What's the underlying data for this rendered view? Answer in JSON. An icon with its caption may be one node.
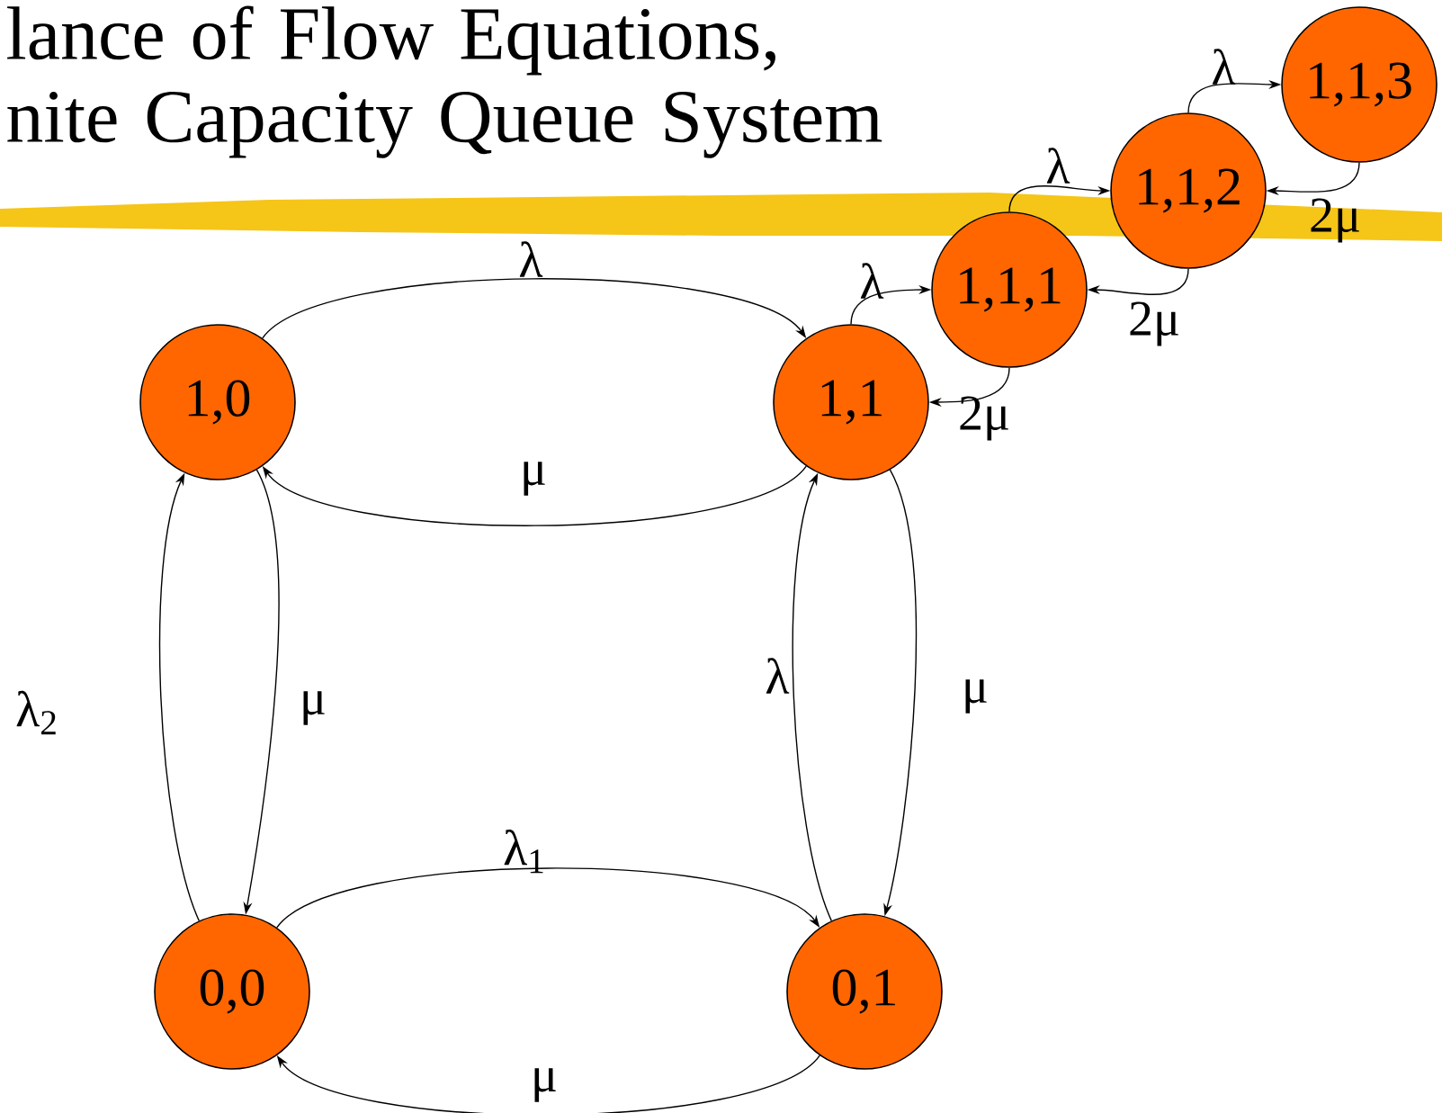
{
  "diagram": {
    "title": "lance of Flow Equations, nite Capacity Queue System",
    "nodes": [
      {
        "text": [
          "1,0"
        ]
      },
      {
        "text": [
          "1,1"
        ]
      },
      {
        "text": [
          "1,1,1"
        ]
      },
      {
        "text": [
          "1,1,2"
        ]
      },
      {
        "text": [
          "1,1,3"
        ]
      },
      {
        "text": [
          "0,0"
        ]
      },
      {
        "text": [
          "0,1"
        ]
      }
    ],
    "edges": [
      {
        "from": 0,
        "to": 1,
        "arrow": "to",
        "label": "λ"
      },
      {
        "from": 1,
        "to": 0,
        "arrow": "to",
        "label": "μ"
      },
      {
        "from": 1,
        "to": 2,
        "arrow": "to",
        "label": "λ"
      },
      {
        "from": 2,
        "to": 1,
        "arrow": "to",
        "label": "2μ"
      },
      {
        "from": 2,
        "to": 3,
        "arrow": "to",
        "label": "λ"
      },
      {
        "from": 3,
        "to": 2,
        "arrow": "to",
        "label": "2μ"
      },
      {
        "from": 3,
        "to": 4,
        "arrow": "to",
        "label": "λ"
      },
      {
        "from": 4,
        "to": 3,
        "arrow": "to",
        "label": "2μ"
      },
      {
        "from": 5,
        "to": 0,
        "arrow": "to",
        "label": "λ$_{2}$"
      },
      {
        "from": 0,
        "to": 5,
        "arrow": "to",
        "label": "μ"
      },
      {
        "from": 5,
        "to": 6,
        "arrow": "to",
        "label": "λ$_{1}$"
      },
      {
        "from": 6,
        "to": 5,
        "arrow": "to",
        "label": "μ"
      },
      {
        "from": 6,
        "to": 1,
        "arrow": "to",
        "label": "λ"
      },
      {
        "from": 1,
        "to": 6,
        "arrow": "to",
        "label": "μ"
      }
    ]
  }
}
